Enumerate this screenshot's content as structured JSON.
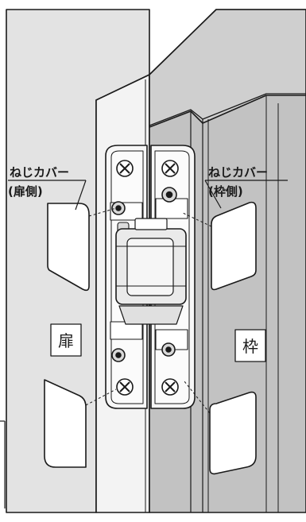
{
  "labels": {
    "door_cover_title": "ねじカバー",
    "door_cover_sub": "(扉側)",
    "frame_cover_title": "ねじカバー",
    "frame_cover_sub": "(枠側)",
    "door_box": "扉",
    "frame_box": "枠"
  },
  "colors": {
    "door_face": "#e3e3e3",
    "door_edge": "#f3f3f3",
    "frame_face": "#c2c2c2",
    "frame_top": "#d0d0d0",
    "plate": "#f7f7f7",
    "knuckle": "#eaeaea",
    "line": "#1a1a1a"
  },
  "icons": [
    "screw-icon",
    "adjust-cam-icon"
  ]
}
